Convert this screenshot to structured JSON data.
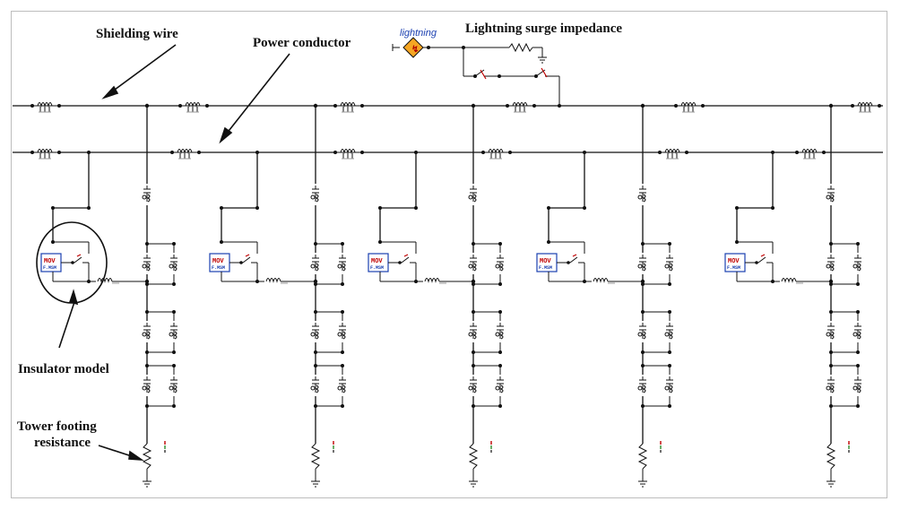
{
  "labels": {
    "shielding_wire": "Shielding wire",
    "power_conductor": "Power conductor",
    "lightning_surge_impedance": "Lightning surge impedance",
    "lightning_source": "lightning",
    "insulator_model": "Insulator model",
    "tower_footing_line1": "Tower footing",
    "tower_footing_line2": "resistance"
  },
  "insulator_box": {
    "top": "MOV",
    "bottom": "F.MSM"
  },
  "towers": 5,
  "colors": {
    "wire": "#111111",
    "source_text": "#1a3fb0",
    "mov_red": "#c00000",
    "mov_blue": "#1a3fb0",
    "source_fill": "#f5a623"
  }
}
